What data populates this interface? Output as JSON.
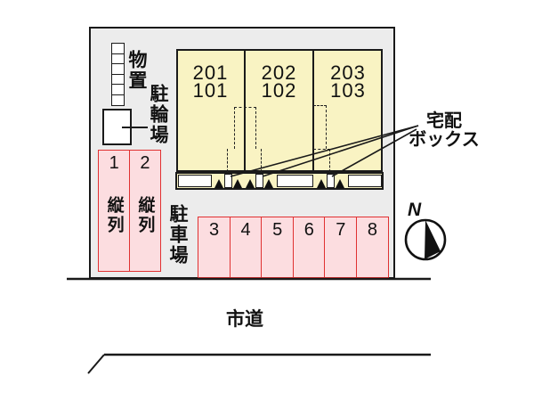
{
  "plan": {
    "building": {
      "units": [
        {
          "upper": "201",
          "lower": "101"
        },
        {
          "upper": "202",
          "lower": "102"
        },
        {
          "upper": "203",
          "lower": "103"
        }
      ]
    },
    "labels": {
      "storage": "物置",
      "bicycle_parking": "駐輪場",
      "parking_lot": "駐車場",
      "delivery_box_line1": "宅配",
      "delivery_box_line2": "ボックス",
      "city_road": "市道",
      "compass_north": "N"
    },
    "parking": {
      "tandem_stalls": [
        {
          "number": "1",
          "type": "縦列"
        },
        {
          "number": "2",
          "type": "縦列"
        }
      ],
      "row_stalls": [
        "3",
        "4",
        "5",
        "6",
        "7",
        "8"
      ]
    },
    "colors": {
      "lot_background": "#ececec",
      "building_fill": "#f9f3c3",
      "stall_fill": "#fcdde0",
      "stall_border": "#e03131",
      "line": "#1a1a1a"
    }
  }
}
